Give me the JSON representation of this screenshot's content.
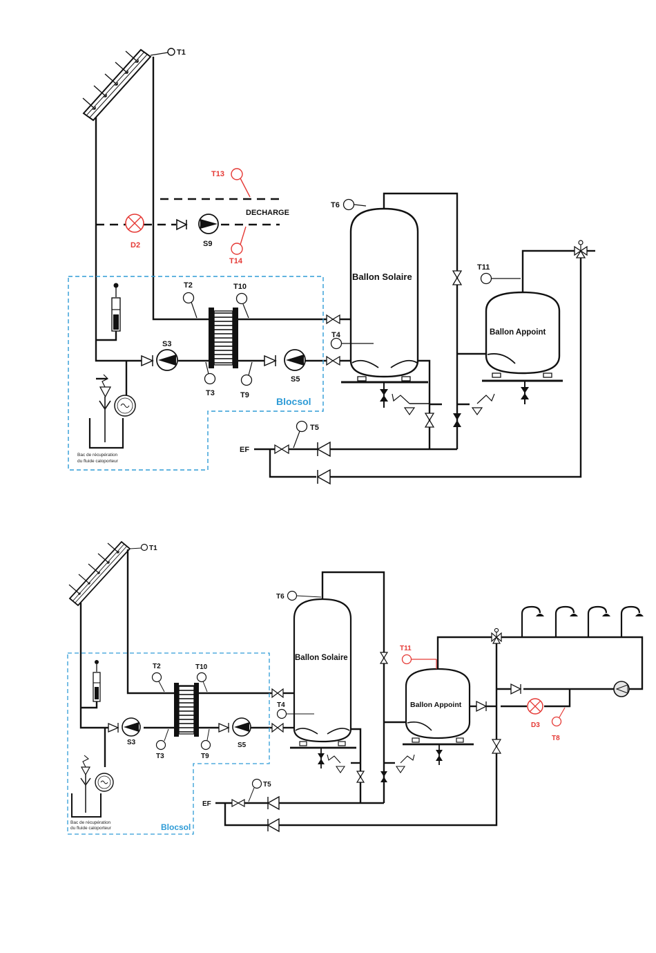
{
  "colors": {
    "line": "#111111",
    "accent_red": "#e53935",
    "accent_blue": "#2e9bd6",
    "white": "#ffffff"
  },
  "diagram1": {
    "sensors": {
      "t1": "T1",
      "t2": "T2",
      "t3": "T3",
      "t4": "T4",
      "t5": "T5",
      "t6": "T6",
      "t9": "T9",
      "t10": "T10",
      "t11": "T11",
      "t13": "T13",
      "t14": "T14"
    },
    "pumps": {
      "s3": "S3",
      "s5": "S5",
      "s9": "S9"
    },
    "flowmeter": "D2",
    "decharge": "DECHARGE",
    "ballon_solaire": "Ballon Solaire",
    "ballon_appoint": "Ballon Appoint",
    "blocsol": "Blocsol",
    "ef": "EF",
    "bac_line1": "Bac de récupération",
    "bac_line2": "du fluide caloporteur"
  },
  "diagram2": {
    "sensors": {
      "t1": "T1",
      "t2": "T2",
      "t3": "T3",
      "t4": "T4",
      "t5": "T5",
      "t6": "T6",
      "t8": "T8",
      "t9": "T9",
      "t10": "T10",
      "t11": "T11"
    },
    "pumps": {
      "s3": "S3",
      "s5": "S5"
    },
    "flowmeter": "D3",
    "ballon_solaire": "Ballon Solaire",
    "ballon_appoint": "Ballon Appoint",
    "blocsol": "Blocsol",
    "ef": "EF",
    "bac_line1": "Bac de récupération",
    "bac_line2": "du fluide caloporteur"
  }
}
